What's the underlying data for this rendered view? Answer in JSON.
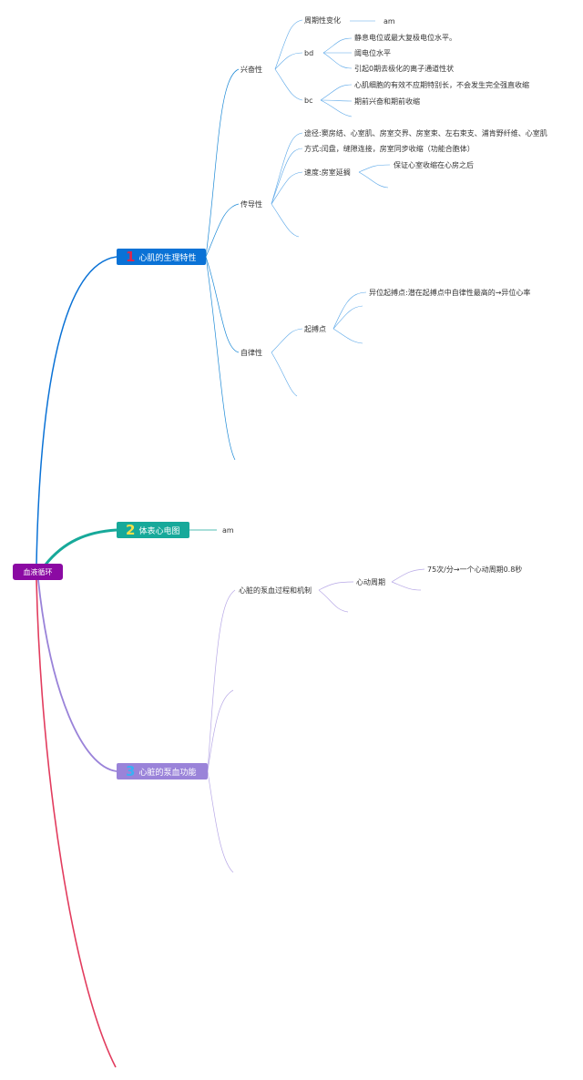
{
  "root": "血液循环",
  "colors": {
    "root": "#8b0aa3",
    "branch1": "#0a72d6",
    "branch2": "#17a99a",
    "branch3": "#9a83d9",
    "branch4": "#e23c5e",
    "num1": "#e0254b",
    "num2": "#f4e04a",
    "num3": "#3ab0f4"
  },
  "b1": {
    "num": "1",
    "title": "心肌的生理特性",
    "excite": {
      "label": "兴奋性",
      "periodic": "周期性变化",
      "am": "am",
      "bd": "bd",
      "bd_items": [
        "静息电位或最大复极电位水平。",
        "阈电位水平",
        "引起0期去极化的离子通道性状"
      ],
      "bc": "bc",
      "bc_items": [
        "心肌细胞的有效不应期特别长，不会发生完全强直收缩",
        "期前兴奋和期前收缩"
      ]
    },
    "conduct": {
      "label": "传导性",
      "path": "途径:窦房结、心室肌、房室交界、房室束、左右束支、浦肯野纤维、心室肌",
      "mode": "方式:闰盘，缝隙连接，房室同步收缩（功能合胞体）",
      "speed": "速度:房室延搁",
      "speed_note": "保证心室收缩在心房之后"
    },
    "auto": {
      "label": "自律性",
      "pacemaker": "起搏点",
      "ectopic": "异位起搏点:潜在起搏点中自律性最高的→异位心率"
    }
  },
  "b2": {
    "num": "2",
    "title": "体表心电图",
    "am": "am"
  },
  "b3": {
    "num": "3",
    "title": "心脏的泵血功能",
    "pump": "心脏的泵血过程和机制",
    "cycle": "心动周期",
    "cycle_note": "75次/分→一个心动周期0.8秒"
  }
}
